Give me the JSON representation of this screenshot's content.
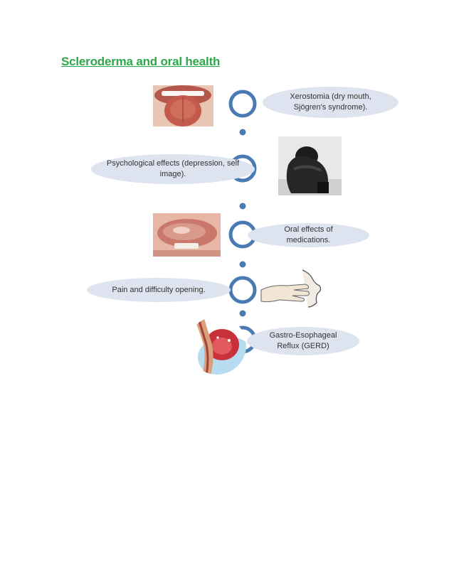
{
  "page": {
    "title": "Scleroderma and oral health"
  },
  "colors": {
    "title": "#2ea84a",
    "ring": "#4a7ab3",
    "bubble": "#dde3ef",
    "text": "#333333"
  },
  "diagram": {
    "items": [
      {
        "label": "Xerostomia (dry mouth, Sjögren's syndrome).",
        "side": "right",
        "image": "dry-tongue-photo"
      },
      {
        "label": "Psychological effects (depression, self image).",
        "side": "left",
        "image": "depressed-person-photo"
      },
      {
        "label": "Oral effects of medications.",
        "side": "right",
        "image": "tongue-lesion-photo"
      },
      {
        "label": "Pain and difficulty opening.",
        "side": "left",
        "image": "hand-at-mouth-sketch"
      },
      {
        "label": "Gastro-Esophageal Reflux (GERD)",
        "side": "right",
        "image": "esophagus-illustration"
      }
    ]
  }
}
